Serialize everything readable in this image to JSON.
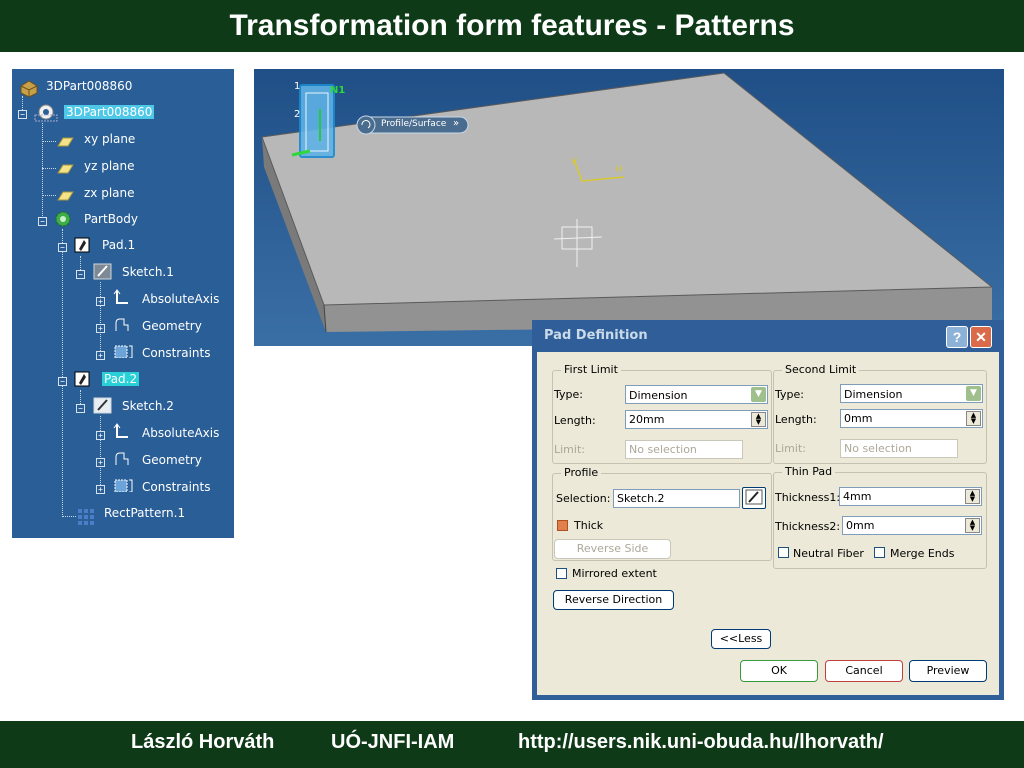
{
  "slide": {
    "title": "Transformation form features - Patterns",
    "footer": {
      "author": "László Horváth",
      "org": "UÓ-JNFI-IAM",
      "url": "http://users.nik.uni-obuda.hu/lhorvath/"
    }
  },
  "tree": {
    "root": "3DPart008860",
    "part": "3DPart008860",
    "xy": "xy plane",
    "yz": "yz plane",
    "zx": "zx plane",
    "body": "PartBody",
    "pad1": "Pad.1",
    "sketch1": "Sketch.1",
    "axis1": "AbsoluteAxis",
    "geom1": "Geometry",
    "cons1": "Constraints",
    "pad2": "Pad.2",
    "sketch2": "Sketch.2",
    "axis2": "AbsoluteAxis",
    "geom2": "Geometry",
    "cons2": "Constraints",
    "pattern": "RectPattern.1"
  },
  "viewport": {
    "tag_label": "Profile/Surface",
    "tag_chevron": "»",
    "axis_v": "V",
    "axis_h": "H",
    "dim1": "1",
    "dim2": "2",
    "dim_n1": "N1"
  },
  "dialog": {
    "title": "Pad Definition",
    "help": "?",
    "close": "✕",
    "first_limit": {
      "group": "First Limit",
      "type_label": "Type:",
      "type_value": "Dimension",
      "length_label": "Length:",
      "length_value": "20mm",
      "limit_label": "Limit:",
      "limit_value": "No selection"
    },
    "second_limit": {
      "group": "Second Limit",
      "type_label": "Type:",
      "type_value": "Dimension",
      "length_label": "Length:",
      "length_value": "0mm",
      "limit_label": "Limit:",
      "limit_value": "No selection"
    },
    "profile": {
      "group": "Profile",
      "selection_label": "Selection:",
      "selection_value": "Sketch.2",
      "thick_label": "Thick",
      "thick_checked": true,
      "reverse_side": "Reverse Side"
    },
    "thin_pad": {
      "group": "Thin Pad",
      "thickness1_label": "Thickness1:",
      "thickness1_value": "4mm",
      "thickness2_label": "Thickness2:",
      "thickness2_value": "0mm",
      "neutral_label": "Neutral Fiber",
      "merge_label": "Merge Ends"
    },
    "mirrored_label": "Mirrored extent",
    "reverse_direction": "Reverse Direction",
    "less": "<<Less",
    "ok": "OK",
    "cancel": "Cancel",
    "preview": "Preview"
  }
}
